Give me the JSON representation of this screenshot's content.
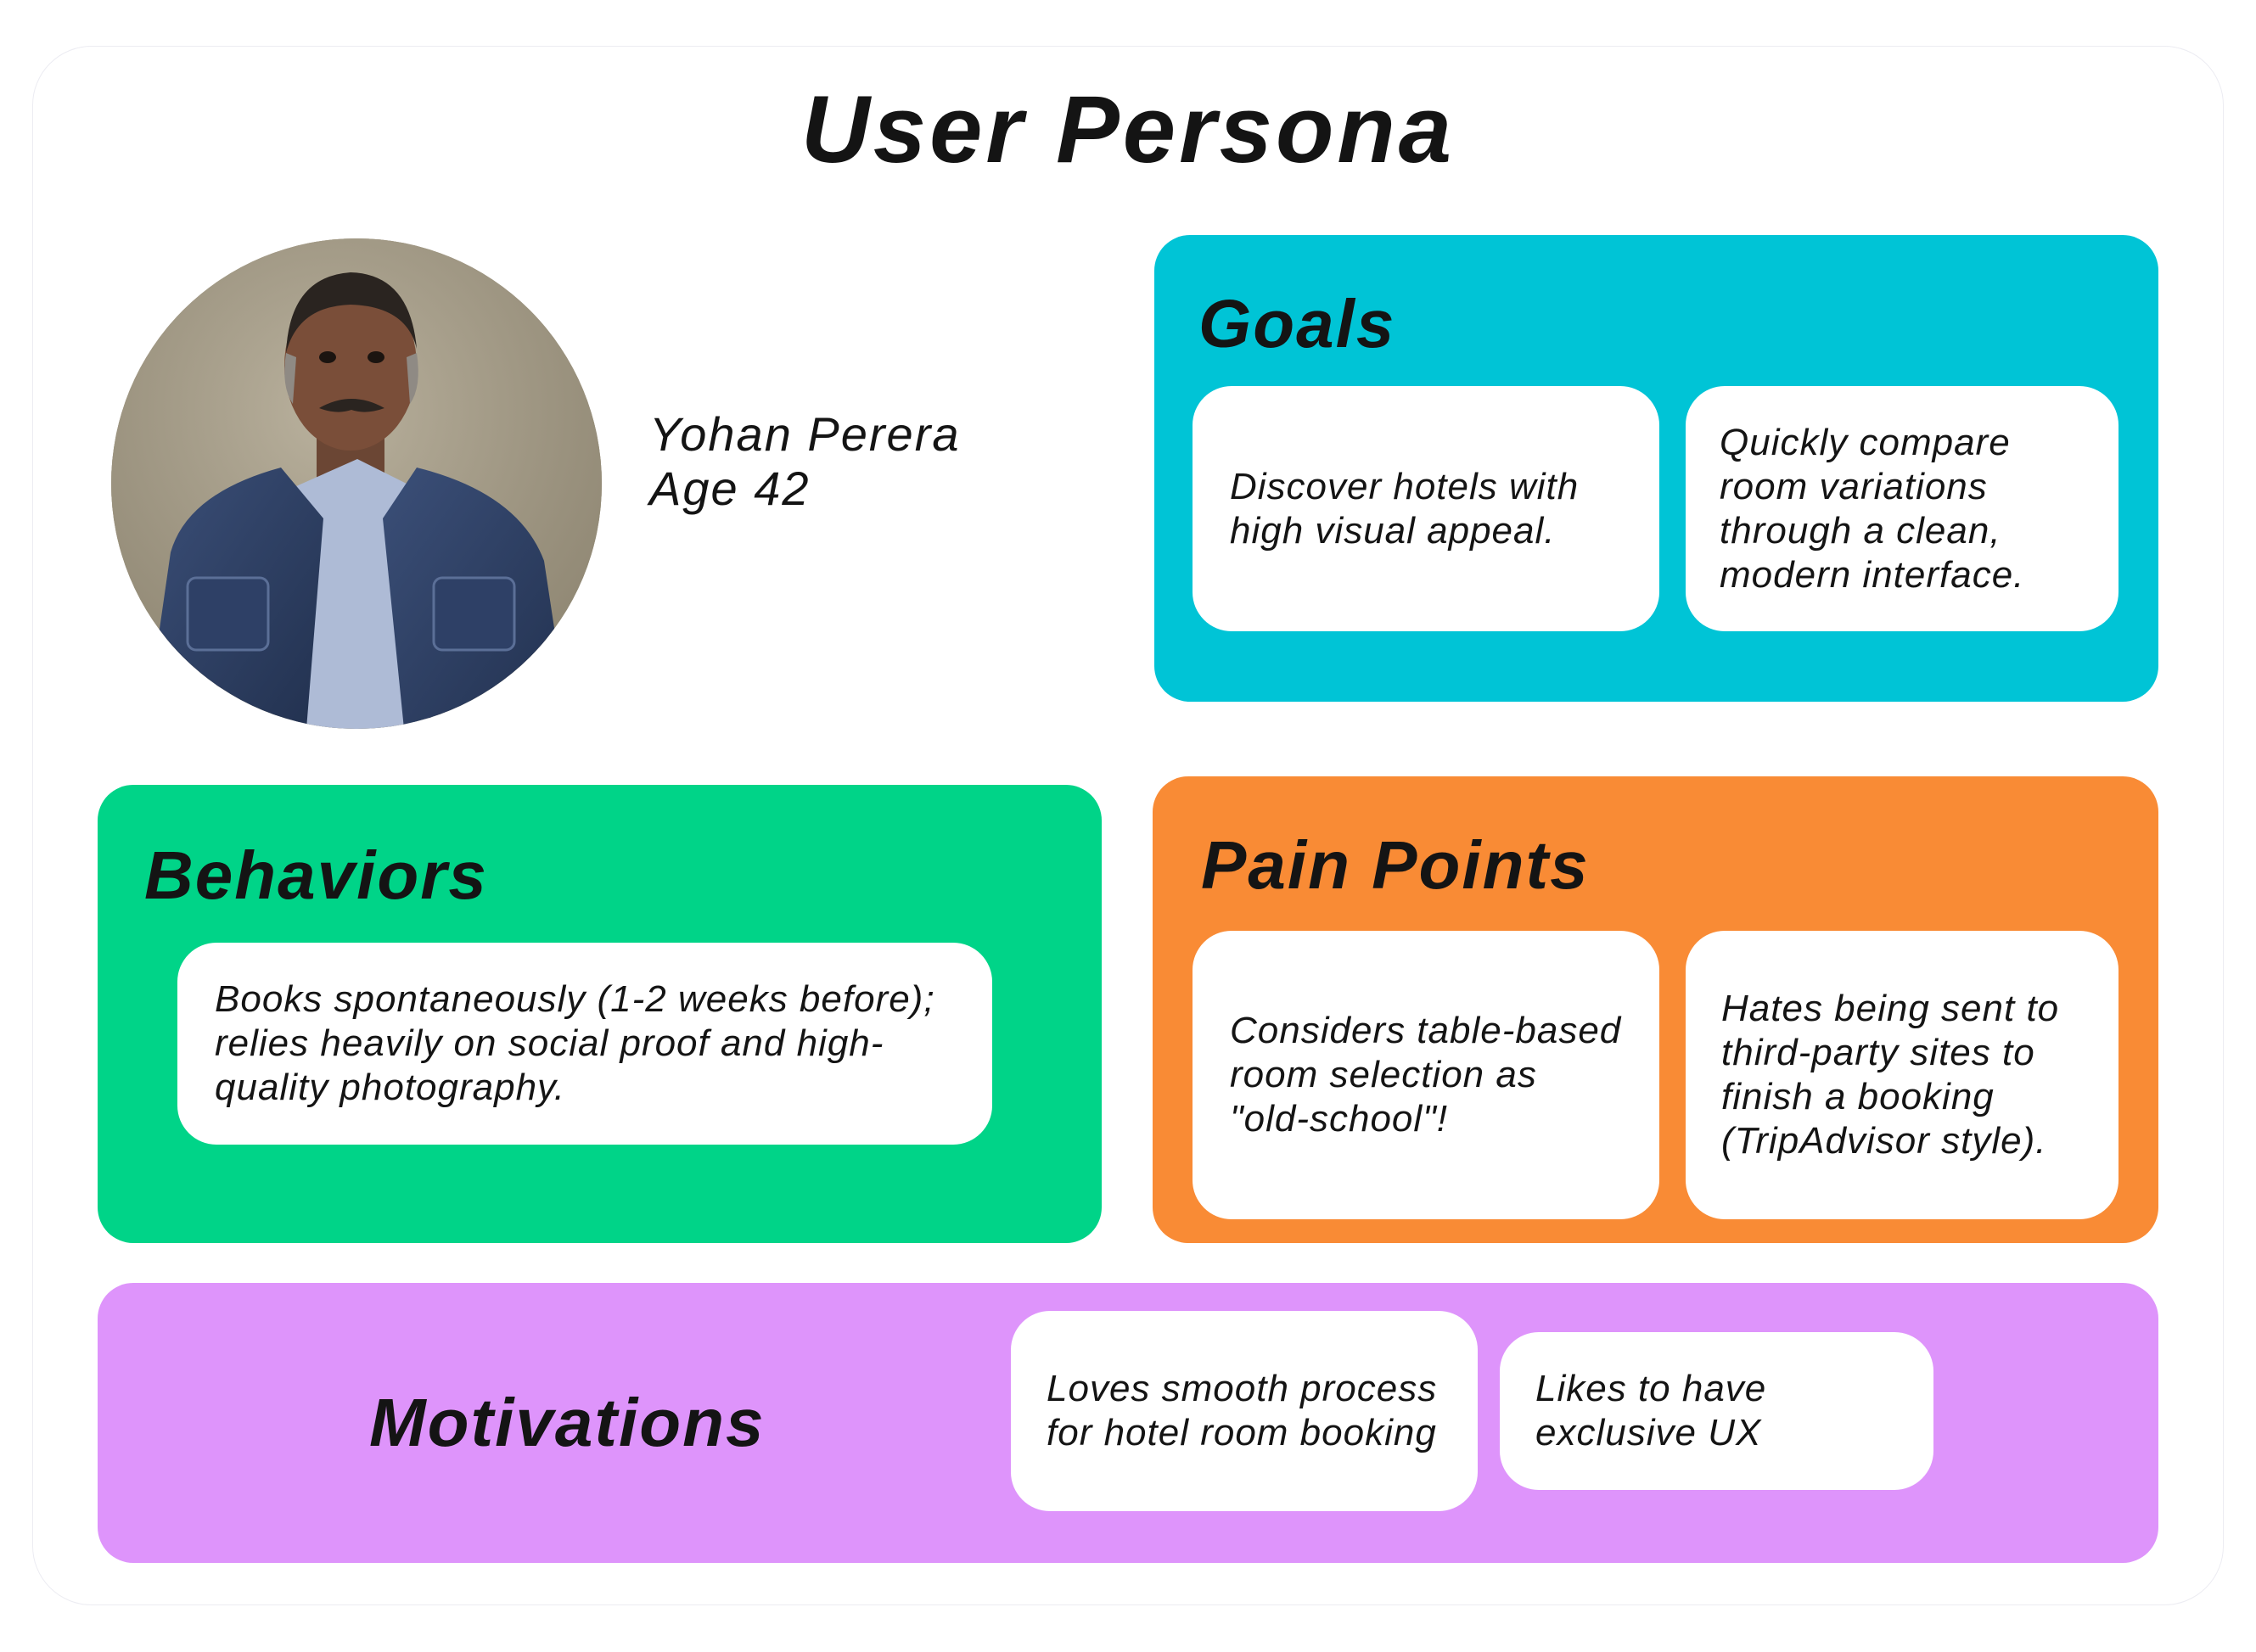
{
  "page": {
    "title": "User Persona"
  },
  "persona": {
    "name": "Yohan Perera",
    "age": "Age 42",
    "photo": "avatar-photo"
  },
  "colors": {
    "goals": "#00C4D6",
    "behaviors": "#00D488",
    "pain_points": "#F98B35",
    "motivations": "#DE94FB",
    "note": "#FFFFFF",
    "text": "#141414"
  },
  "sections": {
    "goals": {
      "title": "Goals",
      "items": [
        "Discover hotels with high visual appeal.",
        "Quickly compare room variations through a clean, modern interface."
      ]
    },
    "behaviors": {
      "title": "Behaviors",
      "items": [
        "Books spontaneously (1-2 weeks before); relies heavily on social proof and high-quality photography."
      ]
    },
    "pain_points": {
      "title": "Pain Points",
      "items": [
        "Considers table-based room selection as \"old-school\"!",
        "Hates being sent to third-party sites to finish a booking (TripAdvisor style)."
      ]
    },
    "motivations": {
      "title": "Motivations",
      "items": [
        "Loves smooth process for hotel room booking",
        "Likes to have exclusive UX"
      ]
    }
  }
}
